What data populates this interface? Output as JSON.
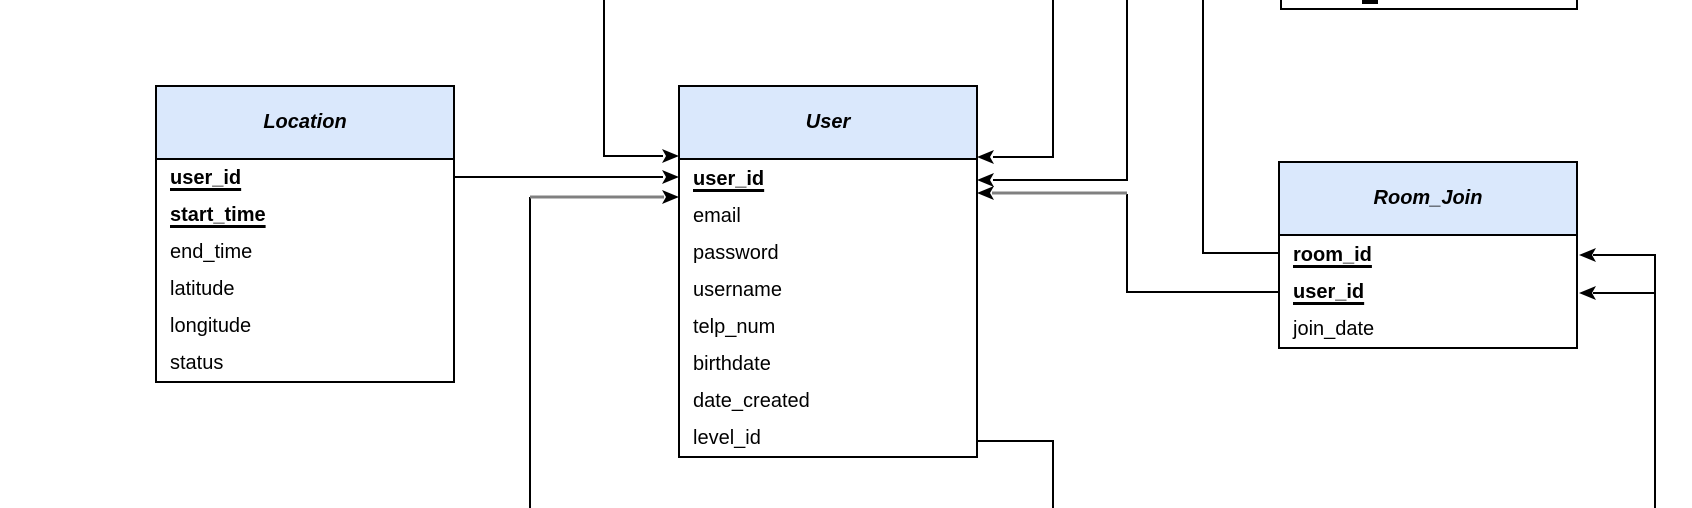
{
  "diagram": {
    "tables": {
      "location": {
        "title": "Location",
        "fields": [
          {
            "label": "user_id",
            "pk": true
          },
          {
            "label": "start_time",
            "pk": true
          },
          {
            "label": "end_time",
            "pk": false
          },
          {
            "label": "latitude",
            "pk": false
          },
          {
            "label": "longitude",
            "pk": false
          },
          {
            "label": "status",
            "pk": false
          }
        ]
      },
      "user": {
        "title": "User",
        "fields": [
          {
            "label": "user_id",
            "pk": true
          },
          {
            "label": "email",
            "pk": false
          },
          {
            "label": "password",
            "pk": false
          },
          {
            "label": "username",
            "pk": false
          },
          {
            "label": "telp_num",
            "pk": false
          },
          {
            "label": "birthdate",
            "pk": false
          },
          {
            "label": "date_created",
            "pk": false
          },
          {
            "label": "level_id",
            "pk": false
          }
        ]
      },
      "room_join": {
        "title": "Room_Join",
        "fields": [
          {
            "label": "room_id",
            "pk": true
          },
          {
            "label": "user_id",
            "pk": true
          },
          {
            "label": "join_date",
            "pk": false
          }
        ]
      }
    },
    "colors": {
      "background": "#ffffff",
      "header_fill": "#dae8fc",
      "table_border": "#000000",
      "text": "#000000",
      "connector": "#000000",
      "connector_gray": "#808080"
    }
  }
}
